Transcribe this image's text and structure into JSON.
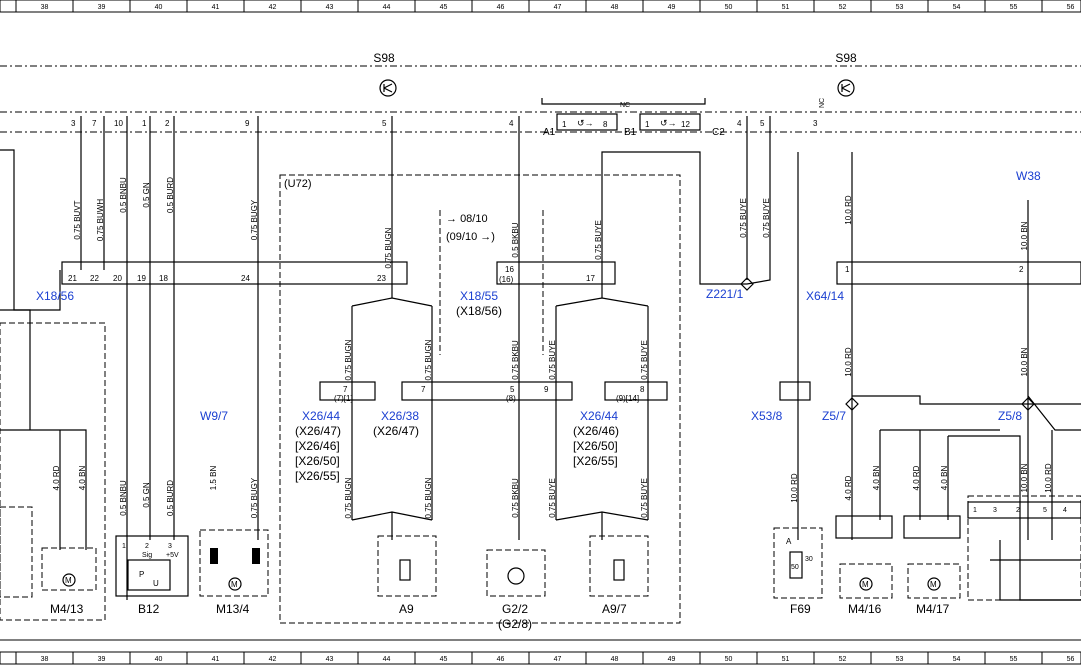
{
  "ruler": [
    "38",
    "39",
    "40",
    "41",
    "42",
    "43",
    "44",
    "45",
    "46",
    "47",
    "48",
    "49",
    "50",
    "51",
    "52",
    "53",
    "54",
    "55",
    "56"
  ],
  "s98_left": "S98",
  "s98_right": "S98",
  "nc_label": "NC",
  "top_pins": {
    "p3": "3",
    "p7": "7",
    "p10": "10",
    "p1": "1",
    "p2": "2",
    "p9": "9",
    "p5": "5",
    "p4": "4",
    "c2p4": "4",
    "c2p5": "5",
    "p3r": "3"
  },
  "switch_labels": {
    "a1": "A1",
    "b1": "B1",
    "c2": "C2",
    "a1_l": "1",
    "a1_r": "8",
    "b1_l": "1",
    "b1_r": "12"
  },
  "wires_top": [
    "0.75 BUVT",
    "0.75 BUWH",
    "0.5 BNBU",
    "0.5 GN",
    "0.5 BURD",
    "0.75 BUGY",
    "0.75 BUGN",
    "0.5 BKBU",
    "0.75 BUYE",
    "0.75 BUYE",
    "0.75 BUYE",
    "10.0 RD",
    "10.0 BN"
  ],
  "x18_pins": [
    "21",
    "22",
    "20",
    "19",
    "18",
    "24",
    "23",
    "16",
    "(16)",
    "17"
  ],
  "labels": {
    "x18_56": "X18/56",
    "u72": "(U72)",
    "date1": "08/10",
    "date2": "(09/10",
    "x18_55": "X18/55",
    "x18_56b": "(X18/56)",
    "z221": "Z221/1",
    "x64": "X64/14",
    "w38": "W38",
    "w9": "W9/7",
    "x26_44": "X26/44",
    "x26_38": "X26/38",
    "x26_47": "(X26/47)",
    "x26_47b": "(X26/47)",
    "x26_46": "[X26/46]",
    "x26_50": "[X26/50]",
    "x26_55": "[X26/55]",
    "x26_44b": "X26/44",
    "x26_46b": "(X26/46)",
    "x26_50b": "[X26/50]",
    "x26_55b": "[X26/55]",
    "x53": "X53/8",
    "z5_7": "Z5/7",
    "z5_8": "Z5/8"
  },
  "wires_mid": [
    "0.75 BUGN",
    "0.75 BUGN",
    "0.75 BKBU",
    "0.75 BUYE",
    "0.75 BUYE",
    "10.0 RD",
    "10.0 BN"
  ],
  "wires_low": [
    "4.0 RD",
    "4.0 BN",
    "0.5 BNBU",
    "0.5 GN",
    "0.5 BURD",
    "1.5 BN",
    "0.75 BUGY",
    "0.75 BUGN",
    "0.75 BUGN",
    "0.75 BKBU",
    "0.75 BUYE",
    "0.75 BUYE",
    "10.0 RD",
    "4.0 RD",
    "4.0 BN",
    "4.0 RD",
    "4.0 BN",
    "10.0 BN",
    "10.0 RD"
  ],
  "conn_pins": {
    "c7": "7",
    "c71": "(7)[1]",
    "c7b": "7",
    "c5": "5",
    "c8": "(8)",
    "c9": "9",
    "c8b": "8",
    "c914": "(9)[14]"
  },
  "b12_pins": {
    "p1": "1",
    "p2": "2",
    "p3": "3",
    "sig": "Sig",
    "v5": "+5V",
    "p": "P",
    "u": "U"
  },
  "f69": {
    "a": "A",
    "fuse": "50",
    "p30": "30"
  },
  "components": {
    "m413": "M4/13",
    "b12": "B12",
    "m134": "M13/4",
    "a9": "A9",
    "g22": "G2/2",
    "g28": "(G2/8)",
    "a97": "A9/7",
    "f69": "F69",
    "m416": "M4/16",
    "m417": "M4/17"
  },
  "right_pins": [
    "1",
    "3",
    "2",
    "5",
    "4"
  ]
}
